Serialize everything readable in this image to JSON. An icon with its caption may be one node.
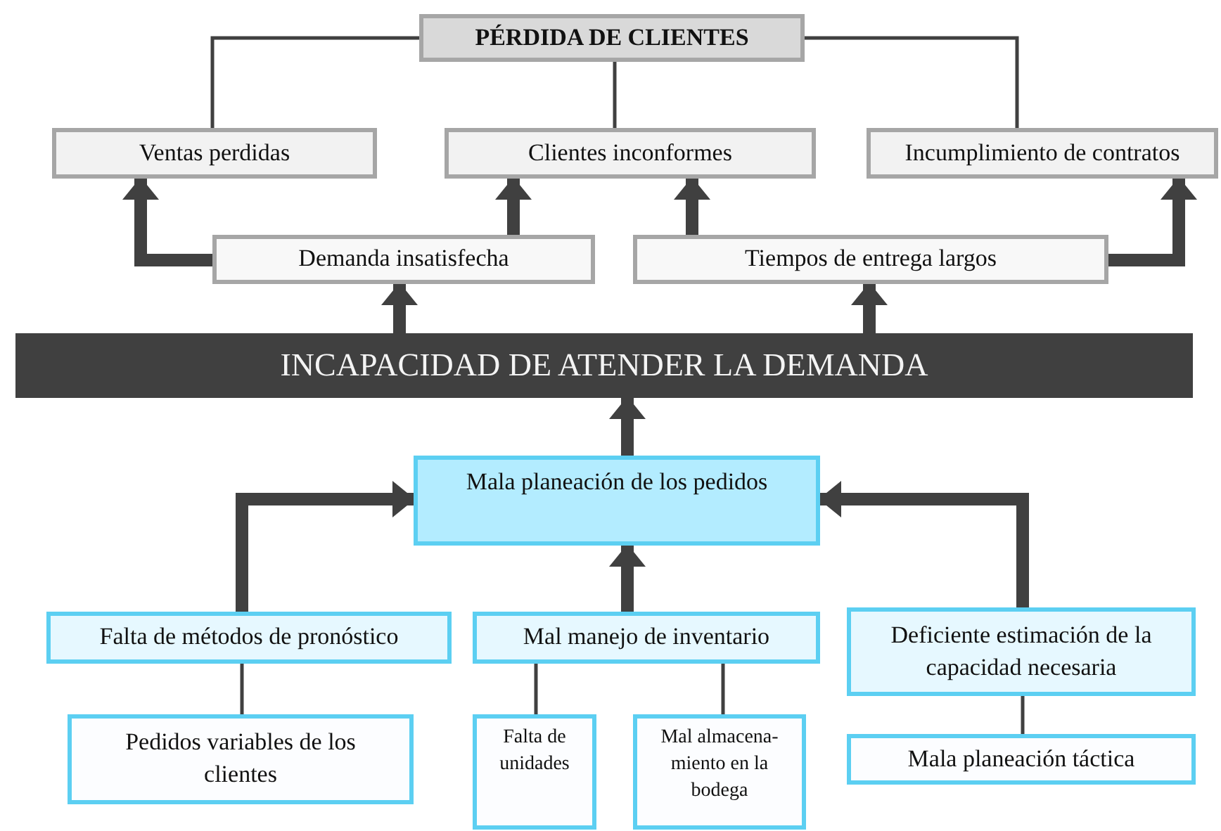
{
  "diagram": {
    "nodes": [
      {
        "text": [
          "PÉRDIDA DE CLIENTES"
        ]
      },
      {
        "text": [
          "Ventas perdidas"
        ]
      },
      {
        "text": [
          "Clientes inconformes"
        ]
      },
      {
        "text": [
          "Incumplimiento de contratos"
        ]
      },
      {
        "text": [
          "Demanda insatisfecha"
        ]
      },
      {
        "text": [
          "Tiempos de entrega largos"
        ]
      },
      {
        "text": [
          "INCAPACIDAD DE ATENDER LA DEMANDA"
        ]
      },
      {
        "text": [
          "Mala planeación de los pedidos"
        ]
      },
      {
        "text": [
          "Falta de métodos de pronóstico"
        ]
      },
      {
        "text": [
          "Mal manejo de inventario"
        ]
      },
      {
        "text": [
          "Deficiente estimación de la capacidad necesaria"
        ]
      },
      {
        "text": [
          "Pedidos variables de los clientes"
        ]
      },
      {
        "text": [
          "Falta de unidades"
        ]
      },
      {
        "text": [
          "Mal almacena-miento en la bodega"
        ]
      },
      {
        "text": [
          "Mala planeación táctica"
        ]
      }
    ],
    "edges": [
      {
        "from": 0,
        "to": 1,
        "arrow": "none"
      },
      {
        "from": 0,
        "to": 2,
        "arrow": "none"
      },
      {
        "from": 0,
        "to": 3,
        "arrow": "none"
      },
      {
        "from": 4,
        "to": 1,
        "arrow": "to"
      },
      {
        "from": 4,
        "to": 2,
        "arrow": "to"
      },
      {
        "from": 5,
        "to": 2,
        "arrow": "to"
      },
      {
        "from": 5,
        "to": 3,
        "arrow": "to"
      },
      {
        "from": 6,
        "to": 4,
        "arrow": "to"
      },
      {
        "from": 6,
        "to": 5,
        "arrow": "to"
      },
      {
        "from": 7,
        "to": 6,
        "arrow": "to"
      },
      {
        "from": 8,
        "to": 7,
        "arrow": "to"
      },
      {
        "from": 9,
        "to": 7,
        "arrow": "to"
      },
      {
        "from": 10,
        "to": 7,
        "arrow": "to"
      },
      {
        "from": 11,
        "to": 8,
        "arrow": "none"
      },
      {
        "from": 12,
        "to": 9,
        "arrow": "none"
      },
      {
        "from": 13,
        "to": 9,
        "arrow": "none"
      },
      {
        "from": 14,
        "to": 10,
        "arrow": "none"
      }
    ]
  }
}
